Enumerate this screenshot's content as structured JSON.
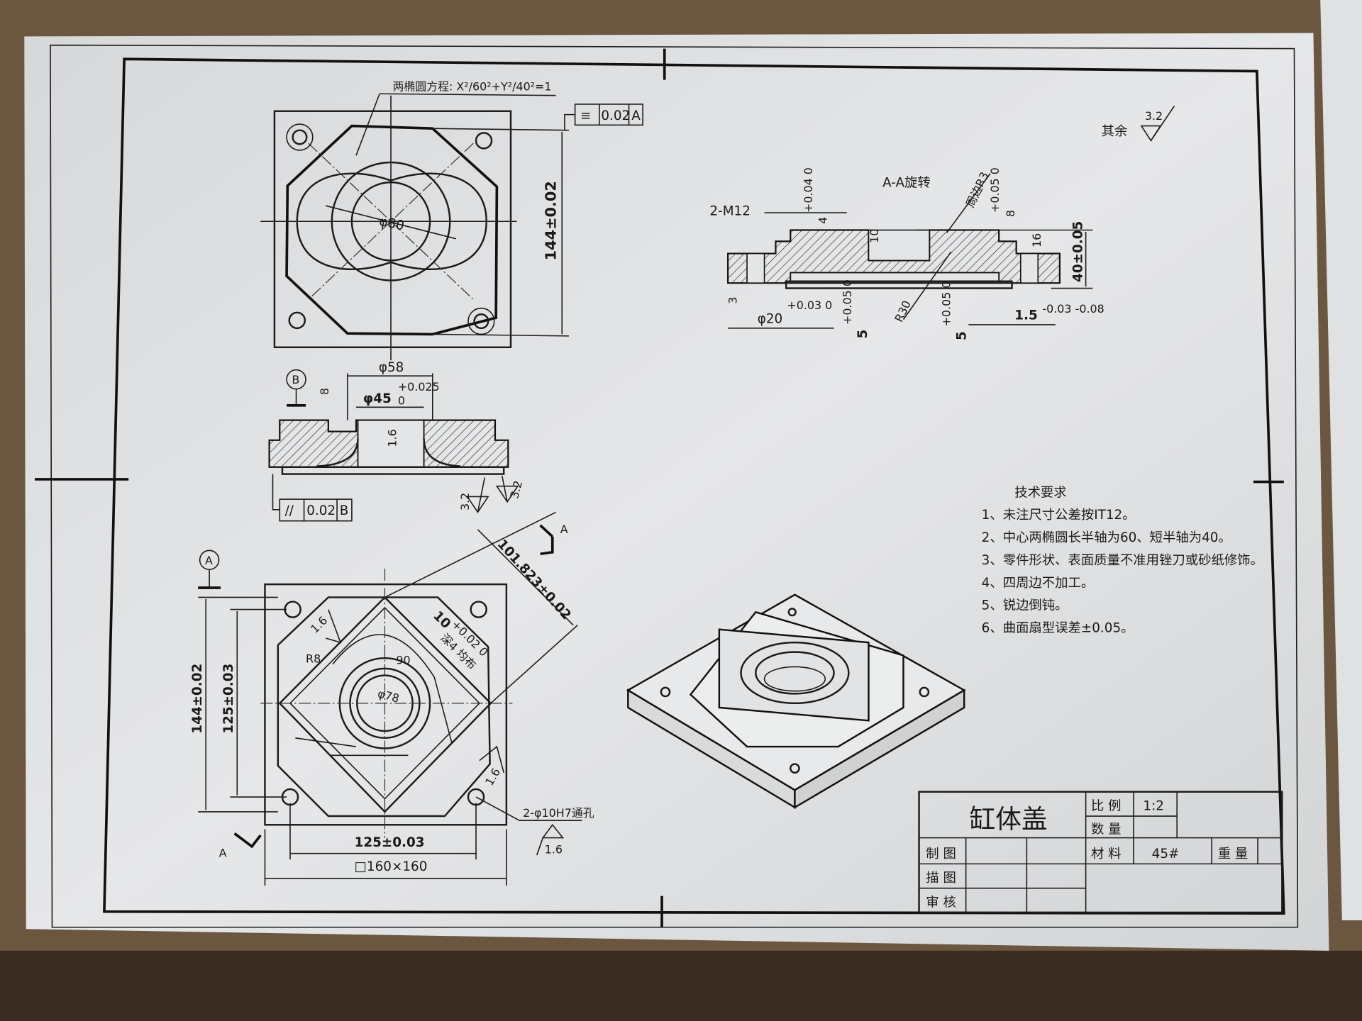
{
  "drawing": {
    "title": "缸体盖",
    "title_block": {
      "scale_label": "比 例",
      "scale_value": "1:2",
      "quantity_label": "数 量",
      "material_label": "材 料",
      "material_value": "45#",
      "weight_label": "重 量",
      "drawn_label": "制 图",
      "traced_label": "描 图",
      "checked_label": "审 核"
    },
    "roughness_note": {
      "label": "其余",
      "value": "3.2"
    },
    "tech_requirements": {
      "heading": "技术要求",
      "items": [
        "1、未注尺寸公差按IT12。",
        "2、中心两椭圆长半轴为60、短半轴为40。",
        "3、零件形状、表面质量不准用锉刀或砂纸修饰。",
        "4、四周边不加工。",
        "5、锐边倒钝。",
        "6、曲面扇型误差±0.05。"
      ]
    },
    "top_view": {
      "ellipse_note": "两椭圆方程: X²/60²+Y²/40²=1",
      "diameter": "φ80",
      "symmetry_tolerance": {
        "symbol": "≡",
        "value": "0.02",
        "datum": "A"
      },
      "height_dim": "144±0.02"
    },
    "section_b": {
      "datum": "B",
      "dim_58": "φ58",
      "dim_45": "φ45",
      "dim_45_tol_upper": "+0.025",
      "dim_45_tol_lower": "0",
      "dim_8": "8",
      "roughness_inner": "1.6",
      "parallel_tolerance": {
        "symbol": "//",
        "value": "0.02",
        "datum": "B"
      },
      "roughness_1": "3.2",
      "roughness_2": "3.2"
    },
    "bottom_view": {
      "datum": "A",
      "section_mark": "A",
      "diag_dim": "101.823±0.02",
      "dim_144": "144±0.02",
      "dim_125_v": "125±0.03",
      "dim_125_h": "125±0.03",
      "dim_square": "□160×160",
      "r8": "R8",
      "angle_90": "90",
      "dia_78": "φ78",
      "slot_dim": "10",
      "slot_tol": "+0.02 0",
      "slot_note": "深4 均布",
      "rough_16a": "1.6",
      "rough_16b": "1.6",
      "rough_16c": "1.6",
      "hole_note": "2-φ10H7通孔"
    },
    "section_aa": {
      "title": "A-A旋转",
      "m12": "2-M12",
      "dim_4": "4",
      "dim_4_tol": "+0.04 0",
      "fillet": "周边R3",
      "dim_8": "8",
      "dim_8_tol": "+0.05 0",
      "dim_10": "10",
      "dim_16": "16",
      "dim_40": "40±0.05",
      "dim_3": "3",
      "dim_20": "φ20",
      "dim_20_tol": "+0.03 0",
      "dim_5a": "5",
      "dim_5a_tol": "+0.05 0",
      "r30": "R30",
      "dim_5b": "5",
      "dim_5b_tol": "+0.05 0",
      "dim_15": "1.5",
      "dim_15_tol": "-0.03 -0.08"
    }
  }
}
